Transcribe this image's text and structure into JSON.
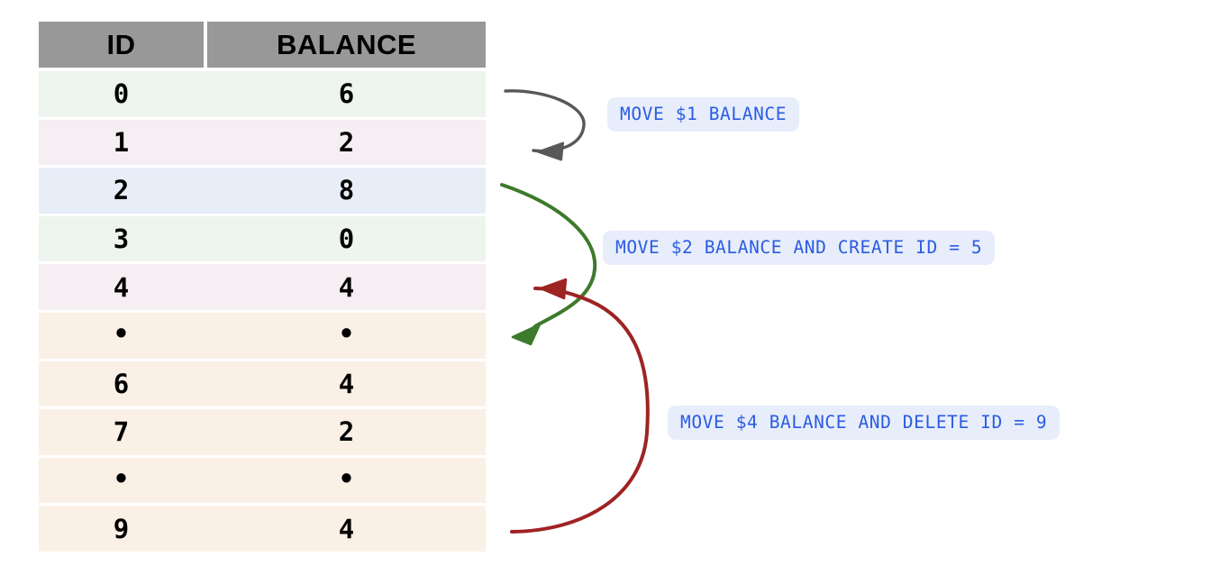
{
  "table": {
    "columns": [
      "ID",
      "BALANCE"
    ],
    "rows": [
      {
        "id": "0",
        "balance": "6",
        "tint": "green",
        "dots": false
      },
      {
        "id": "1",
        "balance": "2",
        "tint": "pink",
        "dots": false
      },
      {
        "id": "2",
        "balance": "8",
        "tint": "blue",
        "dots": false
      },
      {
        "id": "3",
        "balance": "0",
        "tint": "green",
        "dots": false
      },
      {
        "id": "4",
        "balance": "4",
        "tint": "pink",
        "dots": false
      },
      {
        "id": "•",
        "balance": "•",
        "tint": "cream",
        "dots": true
      },
      {
        "id": "6",
        "balance": "4",
        "tint": "cream",
        "dots": false
      },
      {
        "id": "7",
        "balance": "2",
        "tint": "cream",
        "dots": false
      },
      {
        "id": "•",
        "balance": "•",
        "tint": "cream",
        "dots": true
      },
      {
        "id": "9",
        "balance": "4",
        "tint": "cream",
        "dots": false
      }
    ]
  },
  "annotations": [
    {
      "label": "MOVE $1 BALANCE"
    },
    {
      "label": "MOVE $2 BALANCE AND CREATE ID = 5"
    },
    {
      "label": "MOVE $4 BALANCE AND DELETE ID = 9"
    }
  ],
  "arrows": [
    {
      "name": "move-1-balance-arrow",
      "color": "#585858"
    },
    {
      "name": "move-2-balance-arrow",
      "color": "#3d7a2b"
    },
    {
      "name": "move-4-balance-arrow",
      "color": "#9e2323"
    }
  ],
  "colors": {
    "header_bg": "#989898",
    "row_green": "#eef5ee",
    "row_pink": "#f5eef2",
    "row_blue": "#e8eef8",
    "row_cream": "#faf0e6",
    "badge_bg": "#e7edfa",
    "badge_text": "#2b5ce2",
    "arrow_gray": "#585858",
    "arrow_green": "#3d7a2b",
    "arrow_red": "#9e2323",
    "page_bg": "#ffffff"
  }
}
